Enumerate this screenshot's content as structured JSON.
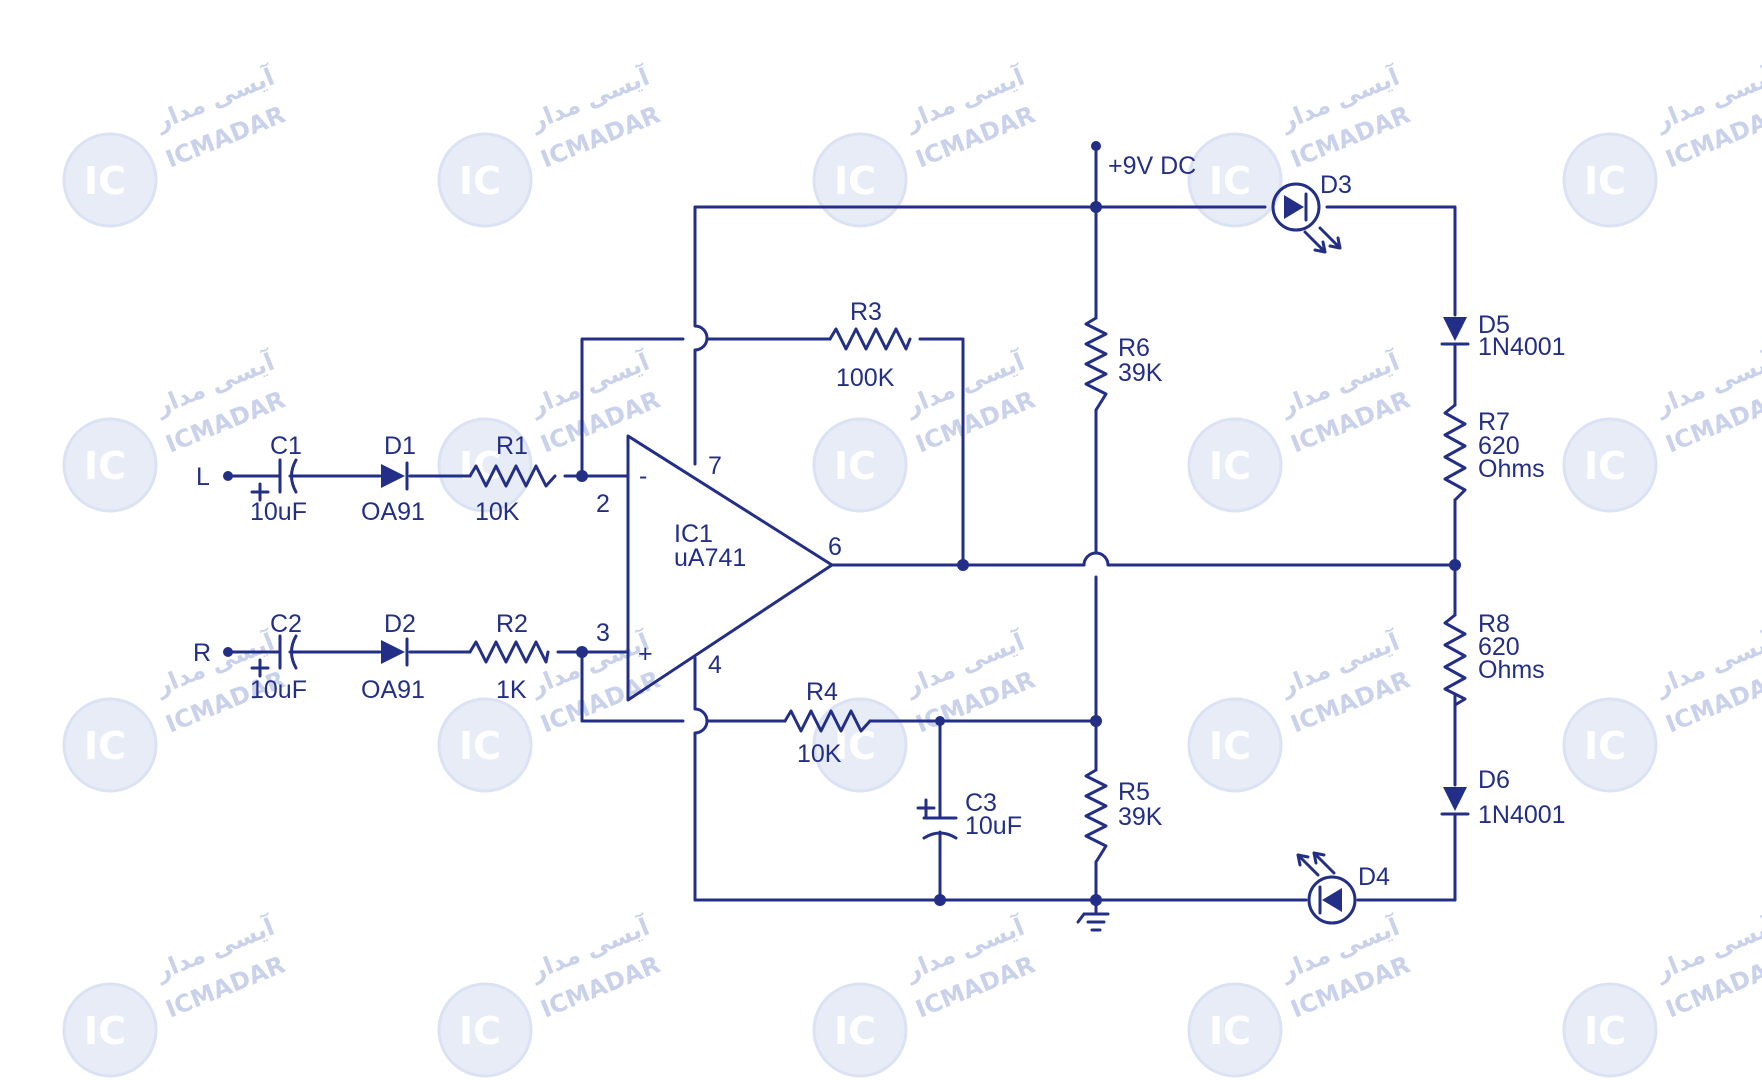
{
  "watermark": {
    "brand_latin": "ICMADAR",
    "brand_persian": "آیسی مدار",
    "logo_text": "IC"
  },
  "supply": {
    "label": "+9V DC"
  },
  "inputs": {
    "left": "L",
    "right": "R"
  },
  "opamp": {
    "name": "IC1",
    "part": "uA741",
    "pins": {
      "p2": "2",
      "p3": "3",
      "p4": "4",
      "p6": "6",
      "p7": "7",
      "minus": "-",
      "plus": "+"
    }
  },
  "components": {
    "c1": {
      "name": "C1",
      "value": "10uF"
    },
    "c2": {
      "name": "C2",
      "value": "10uF"
    },
    "c3": {
      "name": "C3",
      "value": "10uF"
    },
    "d1": {
      "name": "D1",
      "value": "OA91"
    },
    "d2": {
      "name": "D2",
      "value": "OA91"
    },
    "r1": {
      "name": "R1",
      "value": "10K"
    },
    "r2": {
      "name": "R2",
      "value": "1K"
    },
    "r3": {
      "name": "R3",
      "value": "100K"
    },
    "r4": {
      "name": "R4",
      "value": "10K"
    },
    "r5": {
      "name": "R5",
      "value": "39K"
    },
    "r6": {
      "name": "R6",
      "value": "39K"
    },
    "r7": {
      "name": "R7",
      "value": "620",
      "unit": "Ohms"
    },
    "r8": {
      "name": "R8",
      "value": "620",
      "unit": "Ohms"
    },
    "d3": {
      "name": "D3"
    },
    "d4": {
      "name": "D4"
    },
    "d5": {
      "name": "D5",
      "value": "1N4001"
    },
    "d6": {
      "name": "D6",
      "value": "1N4001"
    }
  },
  "colors": {
    "wire": "#232f86",
    "watermark": "#c9d2ea"
  }
}
